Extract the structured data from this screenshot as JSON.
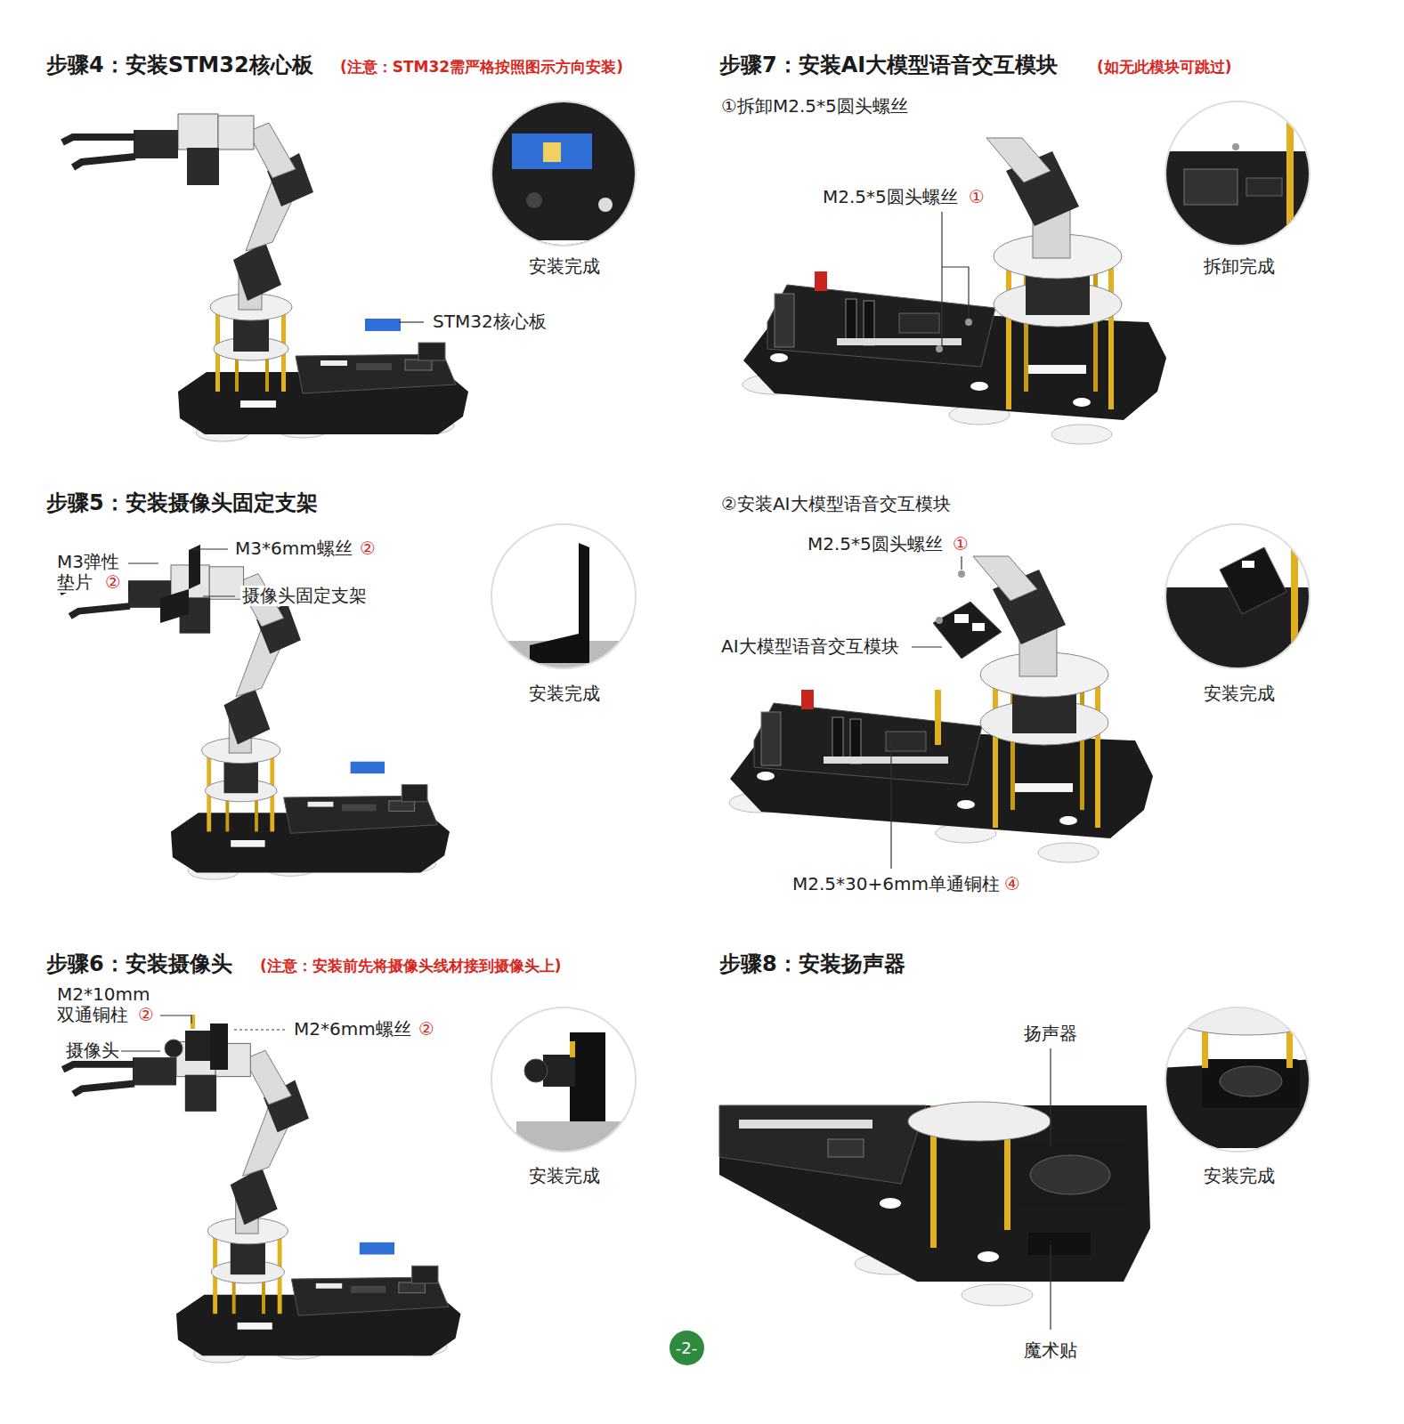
{
  "diagram": {
    "nodes": [
      {
        "text": [
          "-2-"
        ]
      }
    ],
    "labels": [
      "步骤4：安装STM32核心板",
      "(注意：STM32需严格按照图示方向安装)",
      "STM32核心板",
      "安装完成",
      "步骤5：安装摄像头固定支架",
      "M3弹性 垫片",
      "②",
      "M3*6mm螺丝",
      "②",
      "摄像头固定支架",
      "安装完成",
      "步骤6：安装摄像头",
      "(注意：安装前先将摄像头线材接到摄像头上)",
      "M2*10mm 双通铜柱",
      "②",
      "摄像头",
      "M2*6mm螺丝",
      "②",
      "安装完成",
      "步骤7：安装AI大模型语音交互模块",
      "(如无此模块可跳过)",
      "①拆卸M2.5*5圆头螺丝",
      "M2.5*5圆头螺丝",
      "①",
      "拆卸完成",
      "②安装AI大模型语音交互模块",
      "M2.5*5圆头螺丝",
      "①",
      "AI大模型语音交互模块",
      "安装完成",
      "M2.5*30+6mm单通铜柱",
      "④",
      "步骤8：安装扬声器",
      "扬声器",
      "魔术贴",
      "安装完成"
    ]
  }
}
